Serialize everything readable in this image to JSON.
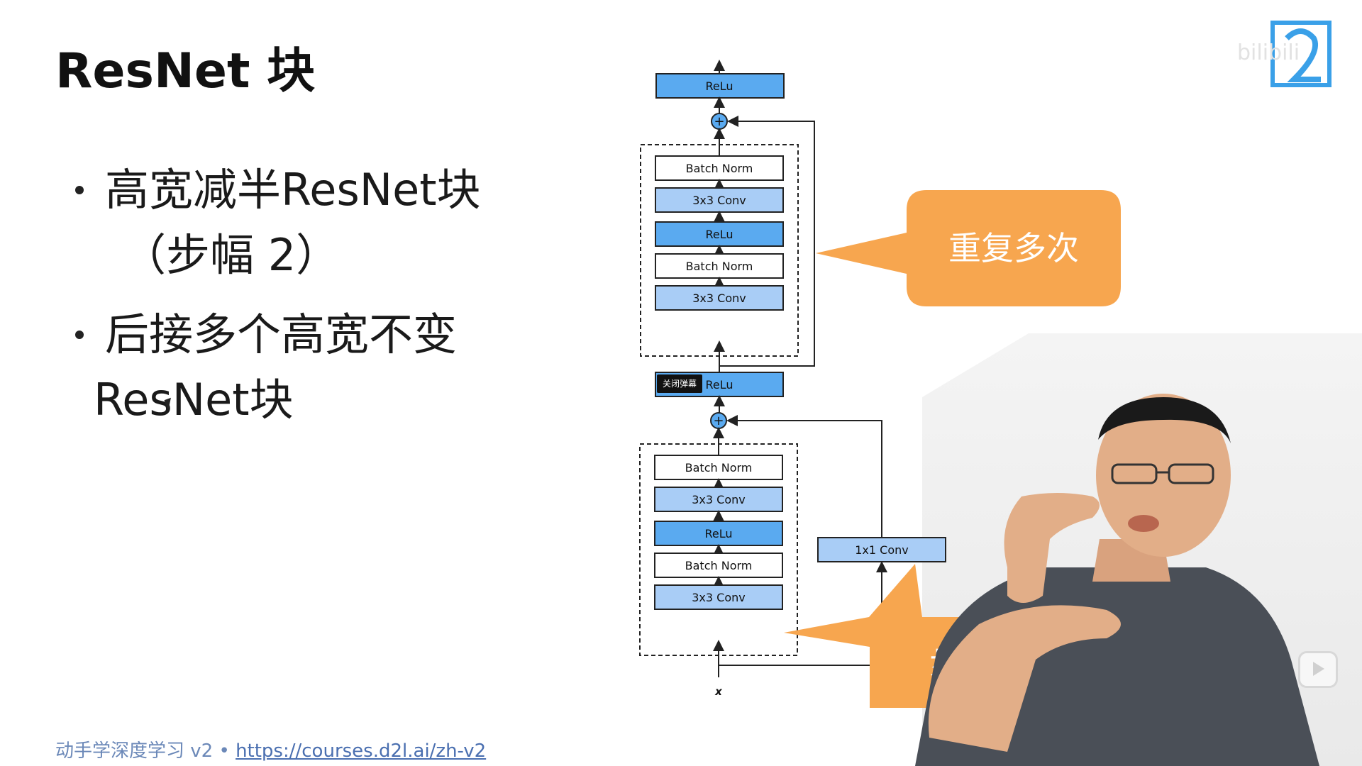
{
  "slide": {
    "title": "ResNet 块",
    "bullets": [
      {
        "line1": "高宽减半ResNet块",
        "line2": "（步幅 2）"
      },
      {
        "line1": "后接多个高宽不变",
        "line2": "ResNet块"
      }
    ],
    "footer": {
      "prefix": "动手学深度学习 v2 • ",
      "link": "https://courses.d2l.ai/zh-v2"
    }
  },
  "diagram": {
    "upper_block": {
      "top": "ReLu",
      "layers": [
        "Batch Norm",
        "3x3 Conv",
        "ReLu",
        "Batch Norm",
        "3x3 Conv"
      ]
    },
    "middle_relu": "ReLu",
    "lower_block": {
      "layers": [
        "Batch Norm",
        "3x3 Conv",
        "ReLu",
        "Batch Norm",
        "3x3 Conv"
      ],
      "shortcut": "1x1 Conv"
    },
    "input_label": "x",
    "plus_symbol": "+",
    "colors": {
      "dark_blue": "#5aaaf0",
      "light_blue": "#a9cdf6",
      "orange": "#f7a64f",
      "border": "#222222"
    }
  },
  "callouts": {
    "repeat": "重复多次",
    "stride": "步"
  },
  "overlay": {
    "danmaku_button": "关闭弹幕",
    "watermark": "bilibili",
    "logo_icon": "d2l-logo-icon",
    "play_icon": "play-icon"
  }
}
